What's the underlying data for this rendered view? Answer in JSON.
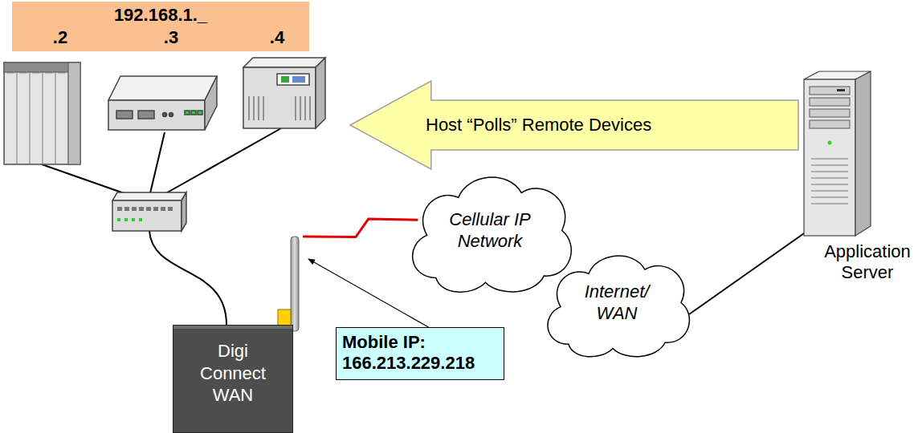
{
  "diagram": {
    "nodes": [
      {
        "text": [
          "192.168.1._",
          ".2",
          ".3",
          ".4"
        ]
      },
      {
        "text": [
          "Host “Polls” Remote Devices"
        ]
      },
      {
        "text": [
          "Cellular IP Network"
        ]
      },
      {
        "text": [
          "Internet/ WAN"
        ]
      },
      {
        "text": [
          "Application Server"
        ]
      },
      {
        "text": [
          "Digi Connect WAN"
        ]
      },
      {
        "text": [
          "Mobile IP: 166.213.229.218"
        ]
      }
    ],
    "edges": [
      {
        "from": 5,
        "to": 2,
        "arrow": "none"
      },
      {
        "from": 3,
        "to": 4,
        "arrow": "none"
      },
      {
        "from": 6,
        "to": 5,
        "arrow": "to"
      }
    ]
  }
}
